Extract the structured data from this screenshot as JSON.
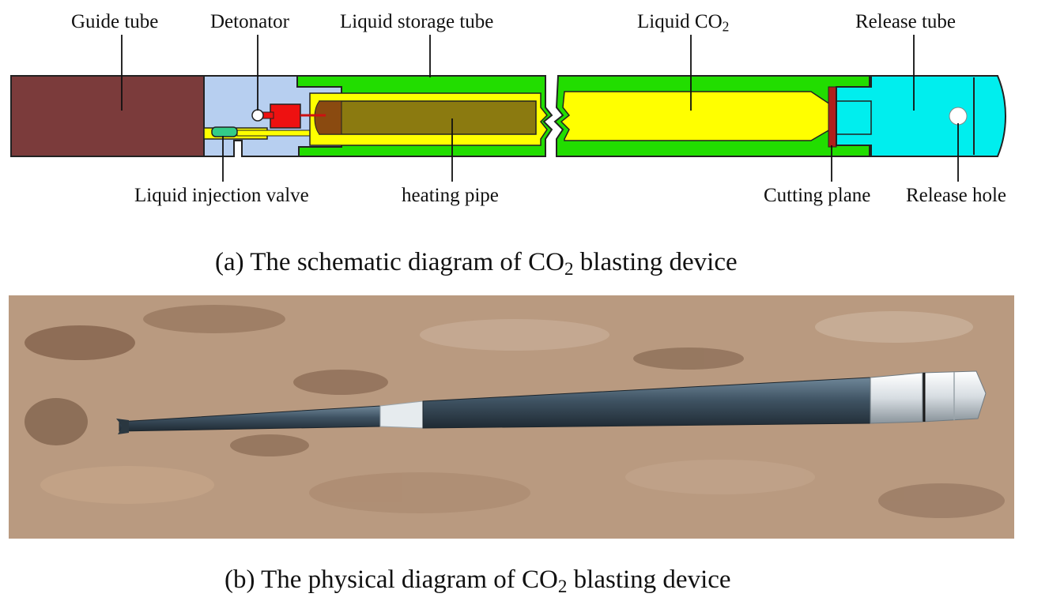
{
  "schematic": {
    "labels": {
      "guide_tube": "Guide tube",
      "detonator": "Detonator",
      "liquid_storage_tube": "Liquid storage tube",
      "liquid_co2_prefix": "Liquid CO",
      "liquid_co2_sub": "2",
      "release_tube": "Release tube",
      "liquid_injection_valve": "Liquid injection valve",
      "heating_pipe": "heating pipe",
      "cutting_plane": "Cutting plane",
      "release_hole": "Release hole"
    },
    "caption": {
      "prefix": "(a) The schematic diagram of CO",
      "sub": "2",
      "suffix": " blasting device"
    },
    "colors": {
      "guide_tube": "#7b3b3b",
      "head_block": "#b7cff0",
      "storage_tube": "#22dd00",
      "liquid": "#ffff00",
      "heating_pipe": "#8b7a10",
      "detonator": "#ee1111",
      "release_tube": "#00eeee",
      "cutting_plane": "#b0201c",
      "injection_valve": "#33cc88"
    }
  },
  "photo": {
    "caption": {
      "prefix": "(b) The physical diagram of CO",
      "sub": "2",
      "suffix": " blasting device"
    },
    "colors": {
      "soil": "#b99a80",
      "tube": "#3f5363",
      "band": "#e6ebee"
    }
  }
}
